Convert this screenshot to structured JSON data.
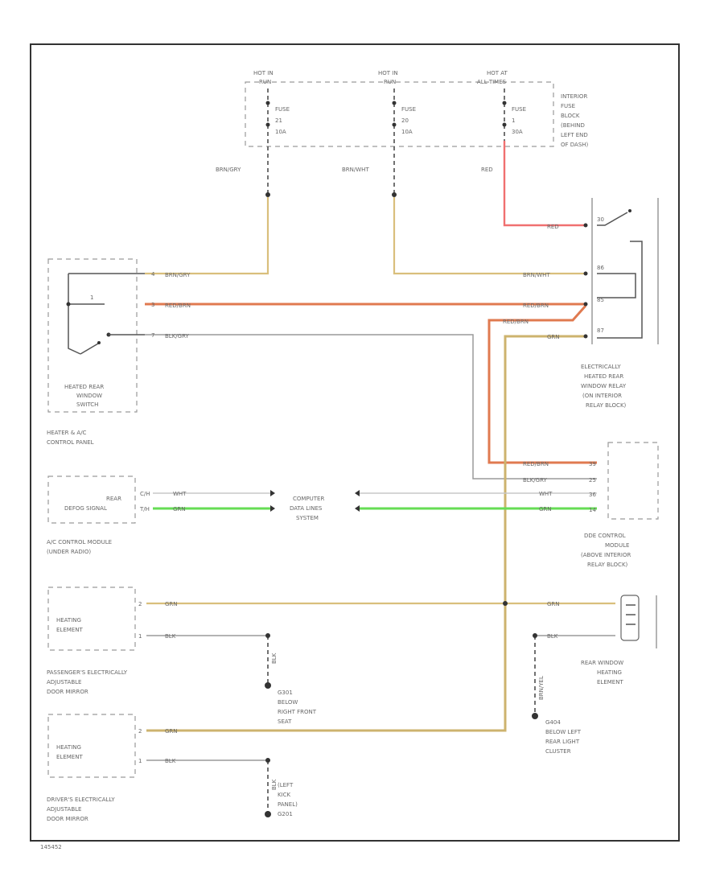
{
  "fuse_block": {
    "hot_left": [
      "HOT IN",
      "RUN"
    ],
    "hot_mid": [
      "HOT IN",
      "RUN"
    ],
    "hot_right": [
      "HOT AT",
      "ALL TIMES"
    ],
    "fuse_left": [
      "FUSE",
      "21",
      "10A"
    ],
    "fuse_mid": [
      "FUSE",
      "20",
      "10A"
    ],
    "fuse_right": [
      "FUSE",
      "1",
      "30A"
    ],
    "label": [
      "INTERIOR",
      "FUSE",
      "BLOCK",
      "(BEHIND",
      "LEFT END",
      "OF DASH)"
    ]
  },
  "wires": {
    "brn_gry": "BRN/GRY",
    "brn_wht": "BRN/WHT",
    "red": "RED",
    "red_brn": "RED/BRN",
    "blk_gry": "BLK/GRY",
    "wht": "WHT",
    "grn": "GRN",
    "blk": "BLK"
  },
  "heater_panel": {
    "switch": [
      "HEATED REAR",
      "WINDOW",
      "SWITCH"
    ],
    "label": [
      "HEATER & A/C",
      "CONTROL PANEL"
    ],
    "pins": [
      "4",
      "3",
      "7"
    ],
    "mid_pin": "1"
  },
  "relay": {
    "label": [
      "ELECTRICALLY",
      "HEATED REAR",
      "WINDOW RELAY",
      "(ON INTERIOR",
      "RELAY BLOCK)"
    ],
    "pins": [
      "30",
      "86",
      "85",
      "87"
    ]
  },
  "ac_module": {
    "signal": [
      "REAR",
      "DEFOG SIGNAL"
    ],
    "pins": [
      "C/H",
      "T/H"
    ],
    "label": [
      "A/C CONTROL MODULE",
      "(UNDER RADIO)"
    ]
  },
  "data_lines": [
    "COMPUTER",
    "DATA LINES",
    "SYSTEM"
  ],
  "ddm": {
    "pins": [
      "39",
      "25",
      "36",
      "14"
    ],
    "label": [
      "DDE CONTROL",
      "MODULE",
      "(ABOVE INTERIOR",
      "RELAY BLOCK)"
    ]
  },
  "pass_mirror": {
    "element": [
      "HEATING",
      "ELEMENT"
    ],
    "pins": [
      "2",
      "1"
    ],
    "label": [
      "PASSENGER'S ELECTRICALLY",
      "ADJUSTABLE",
      "DOOR MIRROR"
    ],
    "ground_wire": "BLK",
    "ground": [
      "G301",
      "BELOW",
      "RIGHT FRONT",
      "SEAT"
    ]
  },
  "rear_window": {
    "label": [
      "REAR WINDOW",
      "HEATING",
      "ELEMENT"
    ],
    "ground_wire": "BRN/YEL",
    "ground": [
      "G404",
      "BELOW LEFT",
      "REAR LIGHT",
      "CLUSTER"
    ]
  },
  "driver_mirror": {
    "element": [
      "HEATING",
      "ELEMENT"
    ],
    "pins": [
      "2",
      "1"
    ],
    "label": [
      "DRIVER'S ELECTRICALLY",
      "ADJUSTABLE",
      "DOOR MIRROR"
    ],
    "ground_wire": "BLK",
    "ground": [
      "(LEFT",
      "KICK",
      "PANEL)",
      "G201"
    ]
  },
  "footer": "145452"
}
